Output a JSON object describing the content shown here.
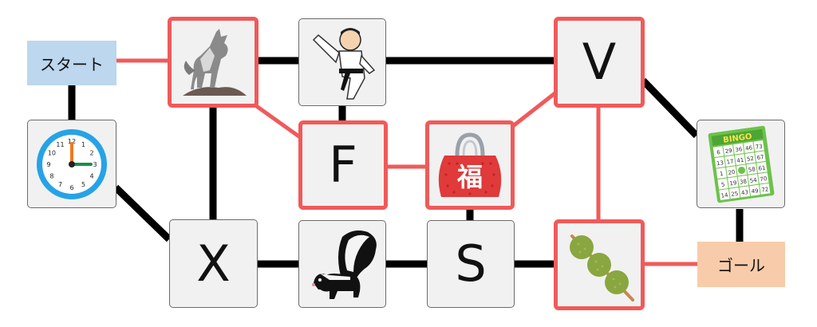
{
  "start_label": "スタート",
  "goal_label": "ゴール",
  "letters": {
    "X": "X",
    "F": "F",
    "V": "V",
    "S": "S"
  },
  "fuku_char": "福",
  "clock_numbers": [
    "12",
    "1",
    "2",
    "3",
    "4",
    "5",
    "6",
    "7",
    "8",
    "9",
    "10",
    "11"
  ],
  "bingo": {
    "header": "BINGO",
    "rows": [
      [
        "6",
        "29",
        "36",
        "46",
        "73"
      ],
      [
        "13",
        "17",
        "41",
        "52",
        "67"
      ],
      [
        "1",
        "20",
        "",
        "58",
        "61"
      ],
      [
        "5",
        "19",
        "38",
        "54",
        "70"
      ],
      [
        "14",
        "25",
        "43",
        "49",
        "72"
      ]
    ]
  },
  "colors": {
    "path_red": "#f05a5a",
    "edge_black": "#000000",
    "start_blue": "#bcd7ee",
    "goal_peach": "#f8ccaa"
  },
  "icons": [
    "wolf-icon",
    "karate-icon",
    "clock-icon",
    "fukubukuro-icon",
    "bingo-card-icon",
    "skunk-icon",
    "dango-icon"
  ]
}
